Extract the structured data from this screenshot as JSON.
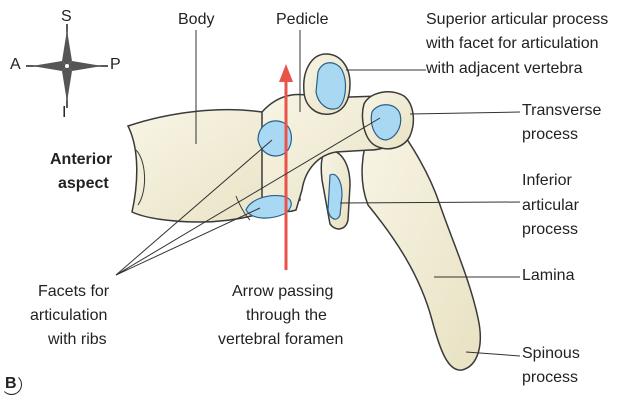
{
  "compass": {
    "superior": "S",
    "inferior": "I",
    "anterior": "A",
    "posterior": "P"
  },
  "labels": {
    "body": "Body",
    "pedicle": "Pedicle",
    "superior_articular": [
      "Superior articular process",
      "with facet for articulation",
      "with adjacent vertebra"
    ],
    "transverse": [
      "Transverse",
      "process"
    ],
    "anterior_aspect": [
      "Anterior",
      "aspect"
    ],
    "inferior_articular": [
      "Inferior",
      "articular",
      "process"
    ],
    "lamina": "Lamina",
    "facets_ribs": [
      "Facets for",
      "articulation",
      "with ribs"
    ],
    "arrow_foramen": [
      "Arrow passing",
      "through the",
      "vertebral foramen"
    ],
    "spinous": [
      "Spinous",
      "process"
    ]
  },
  "panel_letter": "B",
  "colors": {
    "bone_fill": "#f3efdc",
    "bone_stroke": "#3a3a3a",
    "facet_fill": "#a9d8f3",
    "facet_stroke": "#2a5f88",
    "arrow": "#e8534a",
    "leader": "#333333"
  }
}
